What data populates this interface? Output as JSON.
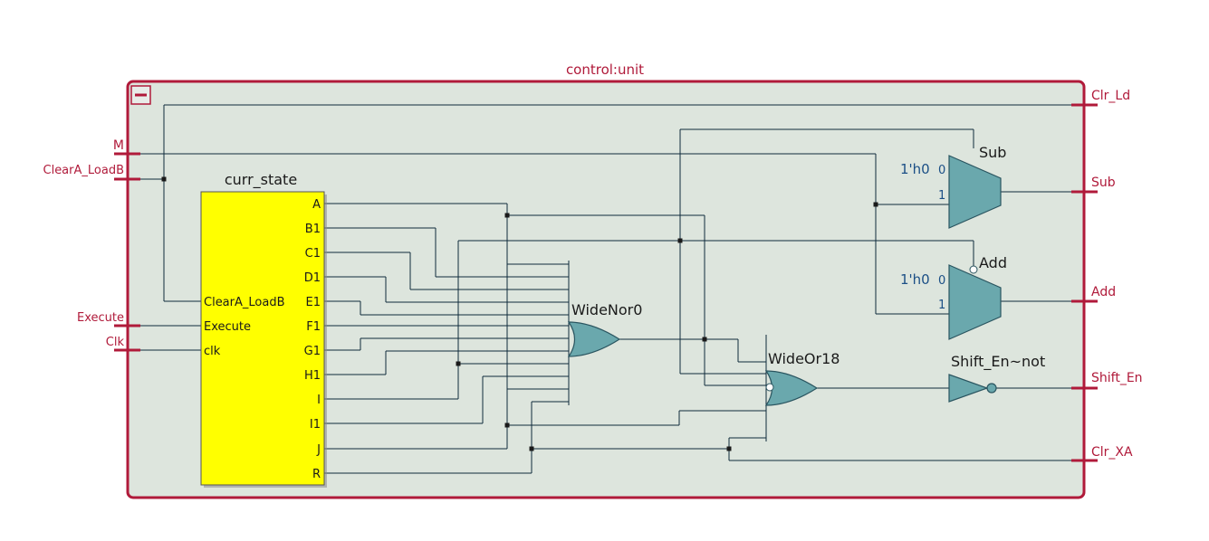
{
  "module": {
    "title": "control:unit",
    "collapse_glyph": "minus-icon"
  },
  "ports_in": {
    "m": "M",
    "clear": "ClearA_LoadB",
    "execute": "Execute",
    "clk": "Clk"
  },
  "ports_out": {
    "clr_ld": "Clr_Ld",
    "sub": "Sub",
    "add": "Add",
    "shift_en": "Shift_En",
    "clr_xa": "Clr_XA"
  },
  "state_machine": {
    "title": "curr_state",
    "inputs": [
      "ClearA_LoadB",
      "Execute",
      "clk"
    ],
    "outputs": [
      "A",
      "B1",
      "C1",
      "D1",
      "E1",
      "F1",
      "G1",
      "H1",
      "I",
      "I1",
      "J",
      "R"
    ]
  },
  "gates": {
    "widenor": "WideNor0",
    "wideor": "WideOr18",
    "inverter": "Shift_En~not",
    "mux_sub": "Sub",
    "mux_add": "Add",
    "mux_sub_const": "1'h0",
    "mux_add_const": "1'h0",
    "mux_in0": "0",
    "mux_in1": "1"
  },
  "colors": {
    "frame": "#b01a3a",
    "canvas": "#dde5dd",
    "state_block": "#ffff00",
    "gate": "#6aa8ad"
  }
}
